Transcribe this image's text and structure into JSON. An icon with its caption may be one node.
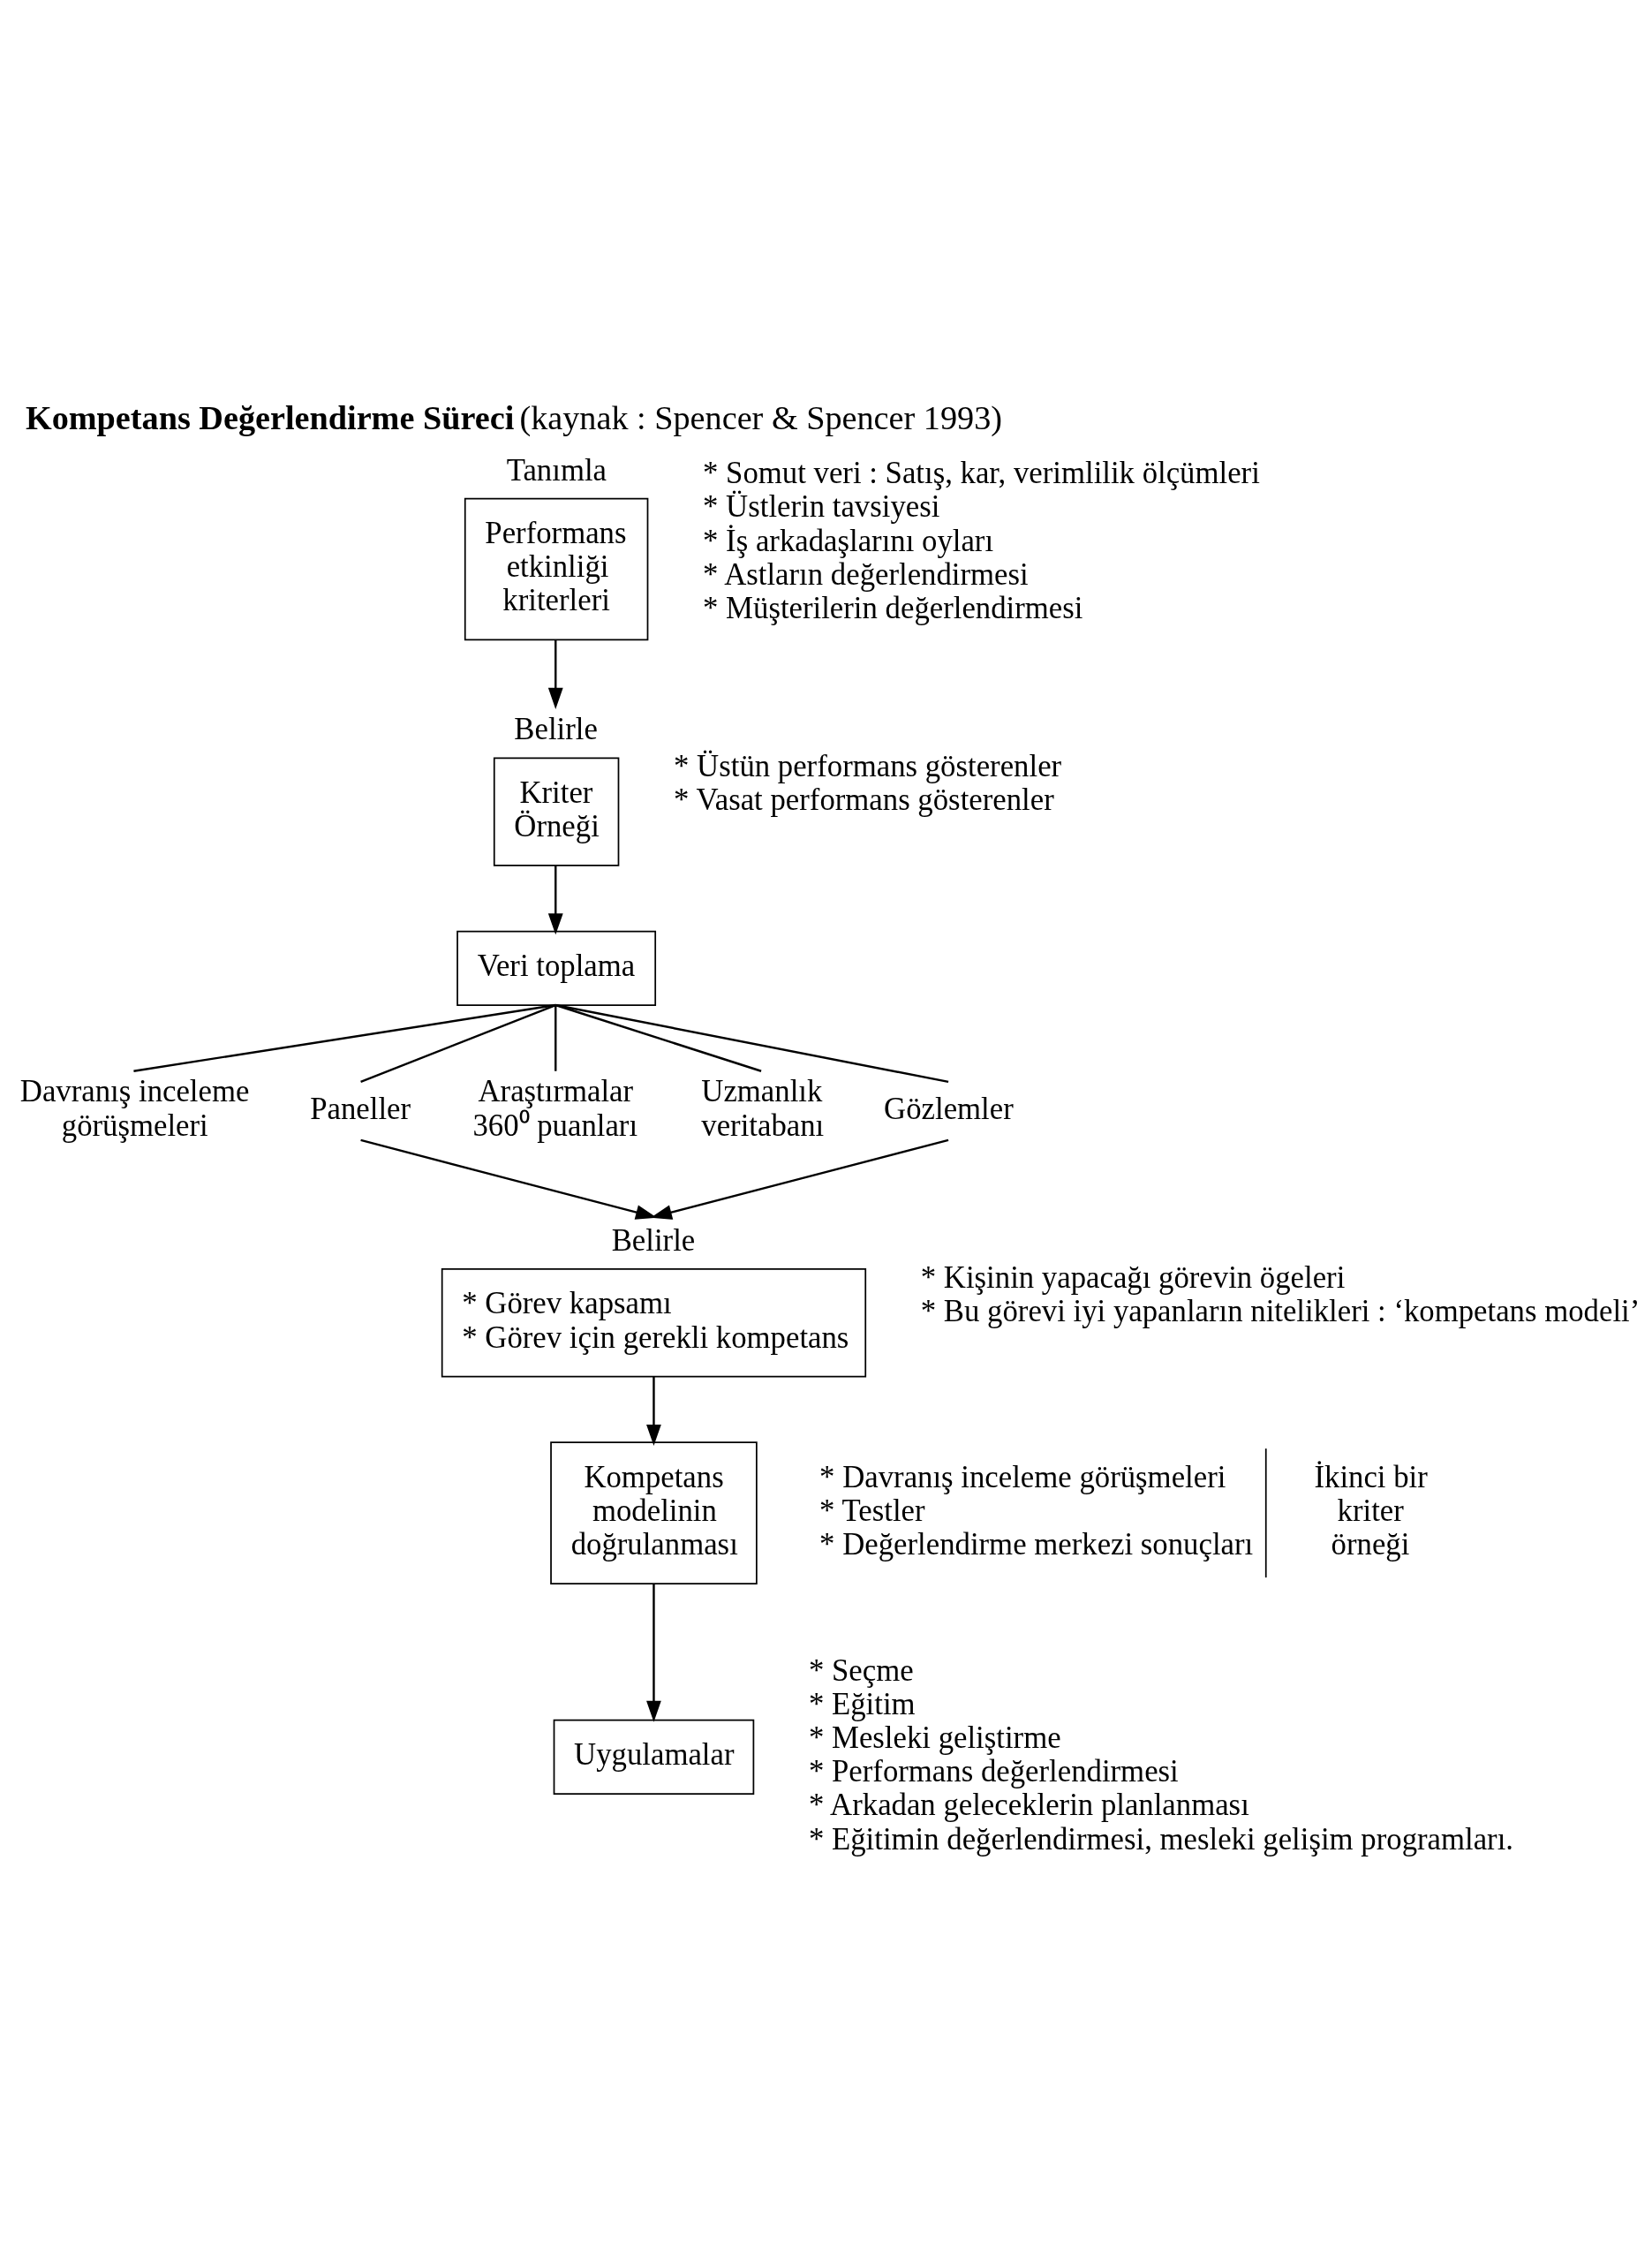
{
  "diagram": {
    "title": "**Kompetans Değerlendirme Süreci** (kaynak : Spencer & Spencer 1993)",
    "nodes": [
      {
        "text": [
          "Tanımla",
          "Performans etkinliği kriterleri"
        ],
        "beside": [
          "* Somut veri : Satış, kar, verimlilik ölçümleri",
          "* Üstlerin tavsiyesi",
          "* İş arkadaşlarını oyları",
          "* Astların değerlendirmesi",
          "* Müşterilerin değerlendirmesi"
        ]
      },
      {
        "text": [
          "Belirle",
          "Kriter Örneği"
        ],
        "beside": [
          "* Üstün performans gösterenler",
          "* Vasat performans gösterenler"
        ]
      },
      {
        "text": [
          "Veri toplama"
        ]
      },
      {
        "text": [
          "Davranış inceleme görüşmeleri"
        ]
      },
      {
        "text": [
          "Paneller"
        ]
      },
      {
        "text": [
          "Araştırmalar 360⁰ puanları"
        ]
      },
      {
        "text": [
          "Uzmanlık veritabanı"
        ]
      },
      {
        "text": [
          "Gözlemler"
        ]
      },
      {
        "text": [
          "Belirle",
          "* Görev kapsamı",
          "* Görev için gerekli kompetans"
        ],
        "beside": [
          "* Kişinin yapacağı görevin ögeleri",
          "* Bu görevi iyi yapanların nitelikleri : ‘kompetans modeli’"
        ]
      },
      {
        "text": [
          "Kompetans modelinin doğrulanması"
        ],
        "beside": [
          "* Davranış inceleme görüşmeleri",
          "* Testler",
          "* Değerlendirme merkezi sonuçları"
        ]
      },
      {
        "text": [
          "Uygulamalar"
        ],
        "beside": [
          "* Seçme",
          "* Eğitim",
          "* Mesleki geliştirme",
          "* Performans değerlendirmesi",
          "* Arkadan geleceklerin planlanması",
          "* Eğitimin değerlendirmesi, mesleki gelişim programları."
        ]
      }
    ],
    "edges": [
      {
        "from": 0,
        "to": 1,
        "arrow": "to"
      },
      {
        "from": 1,
        "to": 2,
        "arrow": "to"
      },
      {
        "from": 2,
        "to": 3,
        "arrow": "none"
      },
      {
        "from": 2,
        "to": 4,
        "arrow": "none"
      },
      {
        "from": 2,
        "to": 5,
        "arrow": "none"
      },
      {
        "from": 2,
        "to": 6,
        "arrow": "none"
      },
      {
        "from": 2,
        "to": 7,
        "arrow": "none"
      },
      {
        "from": 4,
        "to": 8,
        "arrow": "to"
      },
      {
        "from": 7,
        "to": 8,
        "arrow": "to"
      },
      {
        "from": 8,
        "to": 9,
        "arrow": "to"
      },
      {
        "from": 9,
        "to": 10,
        "arrow": "to"
      }
    ],
    "labels": [
      "İkinci bir kriter örneği"
    ]
  }
}
